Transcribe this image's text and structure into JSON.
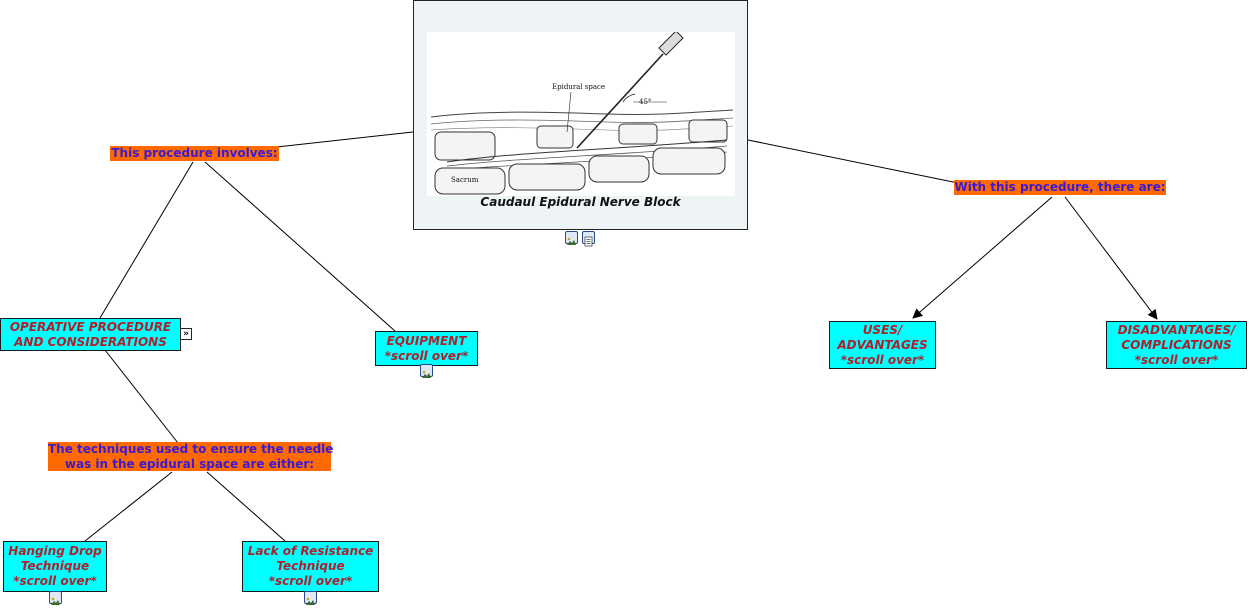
{
  "center": {
    "title": "Caudaul Epidural Nerve Block",
    "illustration": {
      "label_epidural": "Epidural space",
      "label_angle": "45°",
      "label_sacrum": "Sacrum"
    }
  },
  "linkers": {
    "involves": "This procedure involves:",
    "there_are": "With this procedure, there are:",
    "techniques_line1": "The techniques used to ensure the needle",
    "techniques_line2": "was in the epidural space are either:"
  },
  "nodes": {
    "operative": {
      "line1": "OPERATIVE PROCEDURE",
      "line2": "AND CONSIDERATIONS"
    },
    "equipment": {
      "line1": "EQUIPMENT",
      "line2": "*scroll over*"
    },
    "uses": {
      "line1": "USES/",
      "line2": "ADVANTAGES",
      "line3": "*scroll over*"
    },
    "disadvantages": {
      "line1": "DISADVANTAGES/",
      "line2": "COMPLICATIONS",
      "line3": "*scroll over*"
    },
    "hanging": {
      "line1": "Hanging Drop",
      "line2": "Technique",
      "line3": "*scroll over*"
    },
    "lor": {
      "line1": "Lack of Resistance",
      "line2": "Technique",
      "line3": "*scroll over*"
    }
  },
  "colors": {
    "node_fill": "#00ffff",
    "node_text": "#b01f2a",
    "linker_fill": "#ff6a00",
    "linker_text": "#3a1ad6"
  },
  "icons": [
    "image-resource-icon",
    "document-resource-icon",
    "expand-icon"
  ]
}
